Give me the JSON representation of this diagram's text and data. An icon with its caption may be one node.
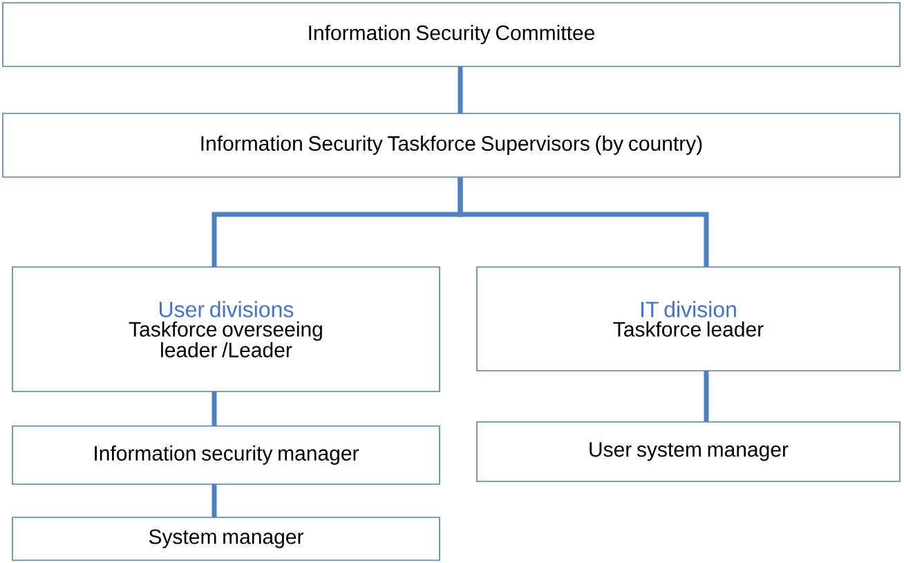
{
  "diagram": {
    "nodes": [
      {
        "text": [
          "Information Security Committee"
        ]
      },
      {
        "text": [
          "Information Security Taskforce Supervisors (by country)"
        ]
      },
      {
        "text": [
          "User divisions",
          "Taskforce overseeing leader /Leader"
        ]
      },
      {
        "text": [
          "IT division",
          "Taskforce leader"
        ]
      },
      {
        "text": [
          "Information security manager"
        ]
      },
      {
        "text": [
          "User system manager"
        ]
      },
      {
        "text": [
          "System manager"
        ]
      }
    ],
    "edges": [
      {
        "from": 0,
        "to": 1,
        "arrow": "none"
      },
      {
        "from": 1,
        "to": 2,
        "arrow": "none"
      },
      {
        "from": 1,
        "to": 3,
        "arrow": "none"
      },
      {
        "from": 2,
        "to": 4,
        "arrow": "none"
      },
      {
        "from": 3,
        "to": 5,
        "arrow": "none"
      },
      {
        "from": 4,
        "to": 6,
        "arrow": "none"
      }
    ]
  }
}
